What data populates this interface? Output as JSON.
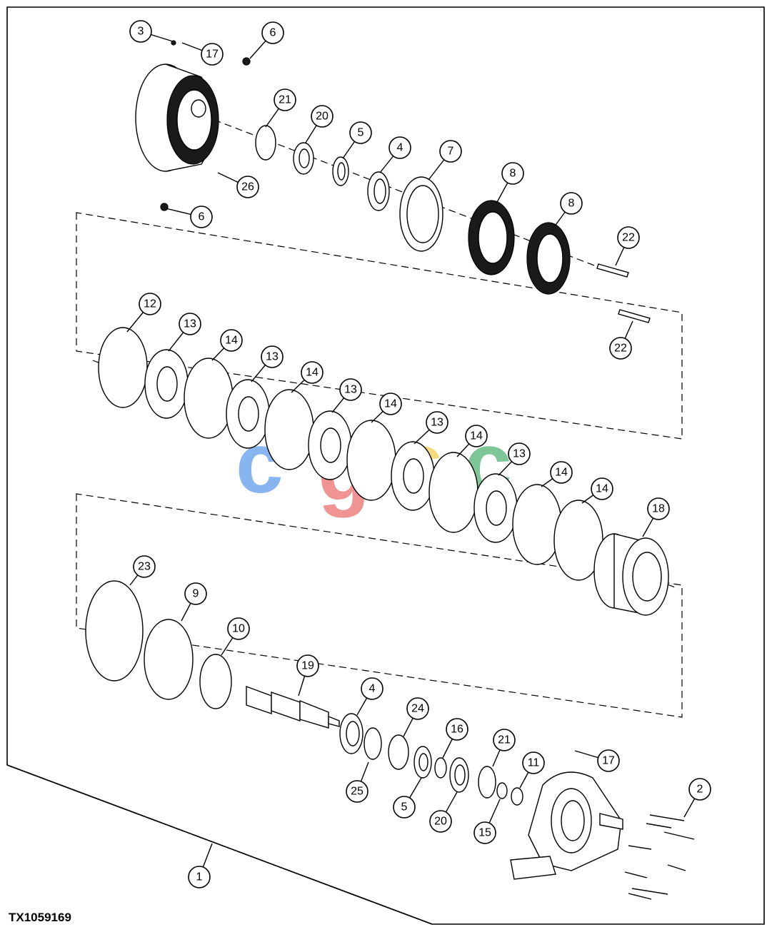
{
  "figure_id": "TX1059169",
  "watermark": {
    "letters": [
      "c",
      "g",
      "s",
      "c"
    ],
    "colors": [
      "#4a8fe8",
      "#e85a5a",
      "#f0c93a",
      "#3aa860"
    ]
  },
  "callouts": [
    {
      "label": "3"
    },
    {
      "label": "17"
    },
    {
      "label": "6"
    },
    {
      "label": "21"
    },
    {
      "label": "20"
    },
    {
      "label": "5"
    },
    {
      "label": "4"
    },
    {
      "label": "7"
    },
    {
      "label": "8"
    },
    {
      "label": "8"
    },
    {
      "label": "22"
    },
    {
      "label": "22"
    },
    {
      "label": "26"
    },
    {
      "label": "6"
    },
    {
      "label": "12"
    },
    {
      "label": "13"
    },
    {
      "label": "14"
    },
    {
      "label": "13"
    },
    {
      "label": "14"
    },
    {
      "label": "13"
    },
    {
      "label": "14"
    },
    {
      "label": "13"
    },
    {
      "label": "14"
    },
    {
      "label": "13"
    },
    {
      "label": "14"
    },
    {
      "label": "14"
    },
    {
      "label": "18"
    },
    {
      "label": "23"
    },
    {
      "label": "9"
    },
    {
      "label": "10"
    },
    {
      "label": "19"
    },
    {
      "label": "4"
    },
    {
      "label": "24"
    },
    {
      "label": "16"
    },
    {
      "label": "21"
    },
    {
      "label": "11"
    },
    {
      "label": "17"
    },
    {
      "label": "2"
    },
    {
      "label": "25"
    },
    {
      "label": "5"
    },
    {
      "label": "20"
    },
    {
      "label": "15"
    },
    {
      "label": "1"
    }
  ]
}
